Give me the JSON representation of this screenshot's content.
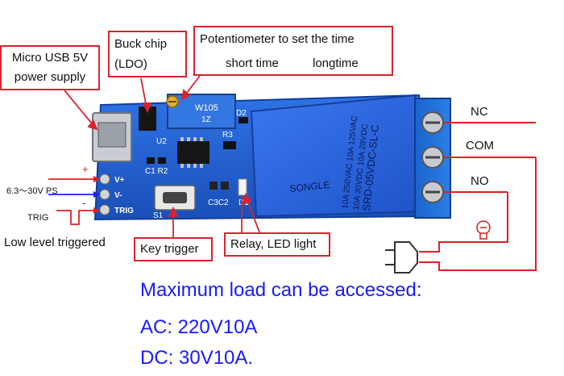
{
  "callouts": {
    "usb_line1": "Micro USB 5V",
    "usb_line2": "power supply",
    "buck_line1": "Buck chip",
    "buck_line2": "(LDO)",
    "pot_title": "Potentiometer to set the time",
    "pot_short": "short time",
    "pot_long": "longtime",
    "key_trigger": "Key trigger",
    "relay_led": "Relay, LED light"
  },
  "pins": {
    "vplus": "V+",
    "vminus": "V-",
    "trig": "TRIG",
    "plus": "+",
    "minus": "-",
    "supply": "6.3～30V PS",
    "trig_label": "TRIG",
    "low_level": "Low level triggered"
  },
  "terminals": {
    "nc": "NC",
    "com": "COM",
    "no": "NO"
  },
  "board": {
    "pot_code": "W105",
    "pot_sub": "1Z",
    "relay_model": "SRD-05VDC-SL-C",
    "relay_spec1": "10A 250VAC  10A 125VAC",
    "relay_spec2": "10A 30VDC   10A 28VDC",
    "relay_brand": "SONGLE",
    "silk_u2": "U2",
    "silk_d2": "D2",
    "silk_r3": "R3",
    "silk_c1r2": "C1 R2",
    "silk_c3c2": "C3C2",
    "silk_d1": "D1",
    "silk_s1": "S1"
  },
  "load": {
    "heading": "Maximum load can be accessed:",
    "ac": "AC: 220V10A",
    "dc": "DC: 30V10A."
  },
  "colors": {
    "callout_border": "#d9232d",
    "pcb": "#1f5fd1",
    "relay": "#2a63e0",
    "terminal": "#1f6fd6",
    "load_text": "#1a1aff",
    "wire_red": "#e02020",
    "wire_blue": "#2020e0"
  },
  "icons": {
    "bulb": "bulb-icon",
    "plug": "plug-icon",
    "arrow": "arrow-icon"
  }
}
